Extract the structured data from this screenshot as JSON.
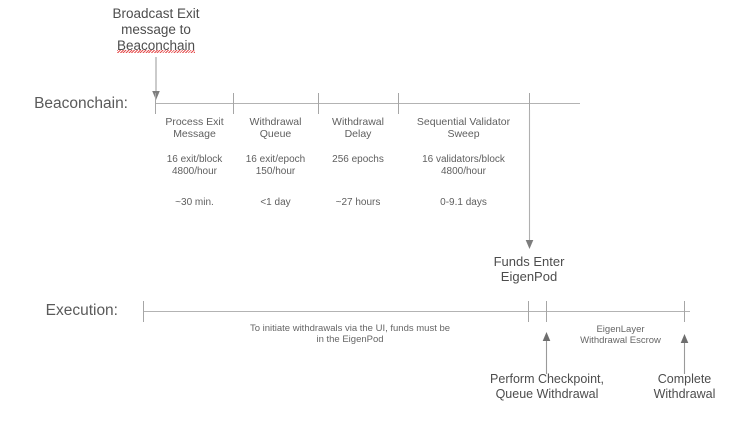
{
  "diagram": {
    "title_note": "Broadcast Exit\nmessage to\nBeaconchain",
    "spellchecked_word": "Beaconchain",
    "rows": {
      "beaconchain_label": "Beaconchain:",
      "execution_label": "Execution:"
    },
    "beaconchain_stages": [
      {
        "name": "Process Exit\nMessage",
        "rate": "16 exit/block\n4800/hour",
        "duration": "~30 min."
      },
      {
        "name": "Withdrawal\nQueue",
        "rate": "16 exit/epoch\n150/hour",
        "duration": "<1 day"
      },
      {
        "name": "Withdrawal\nDelay",
        "rate": "256 epochs",
        "duration": "~27 hours"
      },
      {
        "name": "Sequential Validator\nSweep",
        "rate": "16 validators/block\n4800/hour",
        "duration": "0-9.1 days"
      }
    ],
    "funds_enter_label": "Funds Enter\nEigenPod",
    "execution_note": "To initiate withdrawals via the UI, funds must be\nin the EigenPod",
    "escrow_label": "EigenLayer\nWithdrawal Escrow",
    "execution_events": [
      {
        "label": "Perform Checkpoint,\nQueue Withdrawal"
      },
      {
        "label": "Complete\nWithdrawal"
      }
    ],
    "colors": {
      "line": "#b3b3b3",
      "text": "#595959",
      "spellcheck_underline": "#e03030",
      "background": "#ffffff"
    }
  }
}
